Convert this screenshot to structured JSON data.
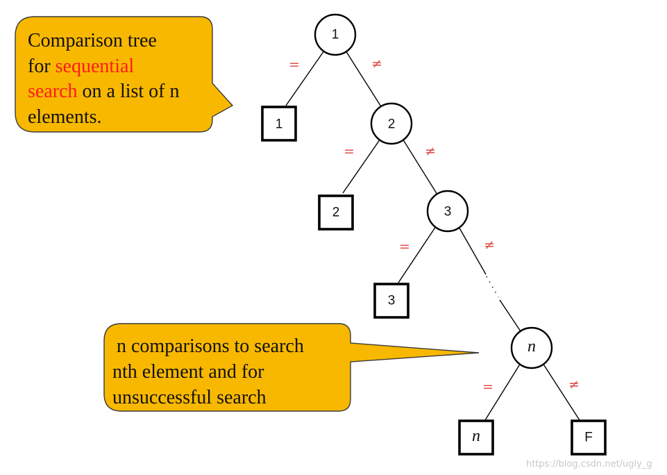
{
  "callouts": {
    "top": {
      "line1": "Comparison tree",
      "line2_pre": "for ",
      "line2_hl": "sequential",
      "line3_hl": "search",
      "line3_post": " on a list of n",
      "line4": "elements."
    },
    "bottom": {
      "line1": "n comparisons to search",
      "line2": "nth element and for",
      "line3": "unsuccessful search"
    }
  },
  "tree": {
    "circles": [
      "1",
      "2",
      "3",
      "n"
    ],
    "leaves": [
      "1",
      "2",
      "3",
      "n",
      "F"
    ],
    "edge_labels": {
      "equal": "=",
      "not_equal": "≠"
    }
  },
  "watermark": "https://blog.csdn.net/ugly_g",
  "colors": {
    "callout_fill": "#f8b800",
    "highlight_text": "#ff1a1a",
    "edge_label": "#e0504a"
  }
}
